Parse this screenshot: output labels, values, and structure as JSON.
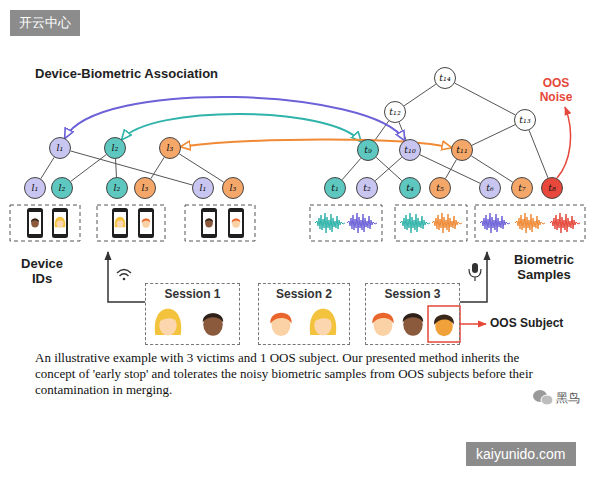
{
  "diagram": {
    "caption": "An illustrative example with 3 victims and 1 OOS subject. Our presented method inherits the concept of 'early stop' and tolerates the noisy biometric samples from OOS subjects before their contamination in merging.",
    "nodes": [
      {
        "text": [
          "l₁"
        ]
      },
      {
        "text": [
          "l₂"
        ]
      },
      {
        "text": [
          "l₃"
        ]
      },
      {
        "text": [
          "l₁"
        ]
      },
      {
        "text": [
          "l₂"
        ]
      },
      {
        "text": [
          "l₂"
        ]
      },
      {
        "text": [
          "l₃"
        ]
      },
      {
        "text": [
          "l₁"
        ]
      },
      {
        "text": [
          "l₃"
        ]
      },
      {
        "text": [
          "t₁₄"
        ]
      },
      {
        "text": [
          "t₁₂"
        ]
      },
      {
        "text": [
          "t₁₃"
        ]
      },
      {
        "text": [
          "t₉"
        ]
      },
      {
        "text": [
          "t₁₀"
        ]
      },
      {
        "text": [
          "t₁₁"
        ]
      },
      {
        "text": [
          "t₁"
        ]
      },
      {
        "text": [
          "t₂"
        ]
      },
      {
        "text": [
          "t₄"
        ]
      },
      {
        "text": [
          "t₅"
        ]
      },
      {
        "text": [
          "t₆"
        ]
      },
      {
        "text": [
          "t₇"
        ]
      },
      {
        "text": [
          "t₈"
        ]
      },
      {
        "text": [
          "Session 1"
        ]
      },
      {
        "text": [
          "Session 2"
        ]
      },
      {
        "text": [
          "Session 3"
        ]
      }
    ],
    "edges": [
      {
        "from": 0,
        "to": 3,
        "arrow": "none"
      },
      {
        "from": 0,
        "to": 7,
        "arrow": "none"
      },
      {
        "from": 1,
        "to": 4,
        "arrow": "none"
      },
      {
        "from": 1,
        "to": 5,
        "arrow": "none"
      },
      {
        "from": 2,
        "to": 6,
        "arrow": "none"
      },
      {
        "from": 2,
        "to": 8,
        "arrow": "none"
      },
      {
        "from": 9,
        "to": 10,
        "arrow": "none"
      },
      {
        "from": 9,
        "to": 11,
        "arrow": "none"
      },
      {
        "from": 10,
        "to": 12,
        "arrow": "none"
      },
      {
        "from": 10,
        "to": 13,
        "arrow": "none"
      },
      {
        "from": 11,
        "to": 14,
        "arrow": "none"
      },
      {
        "from": 11,
        "to": 21,
        "arrow": "none"
      },
      {
        "from": 12,
        "to": 15,
        "arrow": "none"
      },
      {
        "from": 12,
        "to": 17,
        "arrow": "none"
      },
      {
        "from": 13,
        "to": 16,
        "arrow": "none"
      },
      {
        "from": 13,
        "to": 19,
        "arrow": "none"
      },
      {
        "from": 14,
        "to": 18,
        "arrow": "none"
      },
      {
        "from": 14,
        "to": 20,
        "arrow": "none"
      },
      {
        "from": 0,
        "to": 13,
        "arrow": "both"
      },
      {
        "from": 1,
        "to": 12,
        "arrow": "both"
      },
      {
        "from": 2,
        "to": 14,
        "arrow": "both"
      }
    ],
    "labels": [
      "开云中心",
      "Device-Biometric Association",
      "OOS Noise",
      "Device IDs",
      "Biometric Samples",
      "OOS Subject",
      "黑鸟",
      "kaiyunido.com"
    ]
  }
}
